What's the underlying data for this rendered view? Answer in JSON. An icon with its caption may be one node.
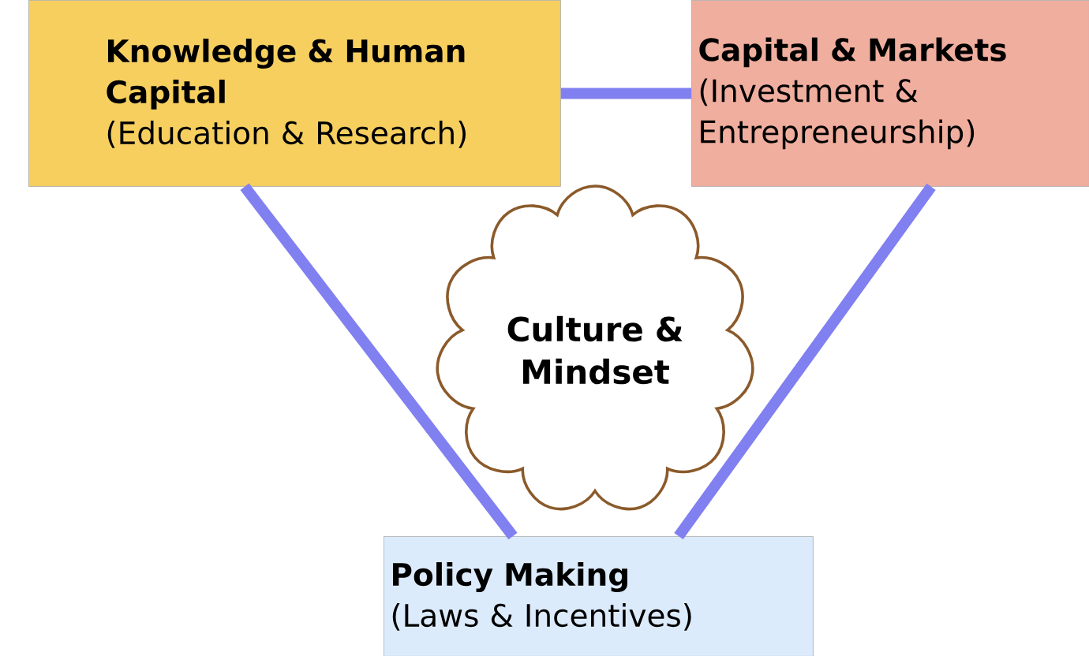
{
  "diagram": {
    "nodes": [
      {
        "text": [
          "Knowledge & Human Capital",
          "(Education & Research)"
        ]
      },
      {
        "text": [
          "Capital & Markets",
          "(Investment & Entrepreneurship)"
        ]
      },
      {
        "text": [
          "Culture & Mindset"
        ]
      },
      {
        "text": [
          "Policy Making",
          "(Laws & Incentives)"
        ]
      }
    ],
    "edges": [
      {
        "from": 0,
        "to": 1,
        "arrow": "none"
      },
      {
        "from": 0,
        "to": 3,
        "arrow": "none"
      },
      {
        "from": 1,
        "to": 3,
        "arrow": "none"
      }
    ]
  }
}
